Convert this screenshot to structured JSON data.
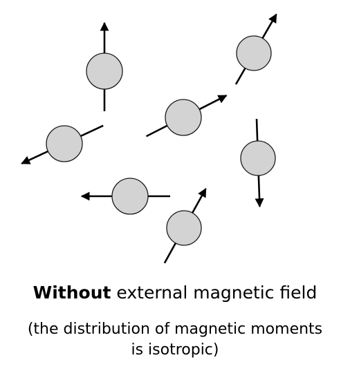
{
  "caption": {
    "title_bold": "Without",
    "title_rest": " external magnetic field",
    "subtitle_line1": "(the distribution of magnetic moments",
    "subtitle_line2": "is isotropic)"
  },
  "colors": {
    "particle_fill": "#d3d3d3",
    "particle_stroke": "#1a1a1a",
    "arrow": "#000000"
  },
  "particles": [
    {
      "name": "particle-1",
      "direction": "up"
    },
    {
      "name": "particle-2",
      "direction": "up-right"
    },
    {
      "name": "particle-3",
      "direction": "up-right"
    },
    {
      "name": "particle-4",
      "direction": "down-left"
    },
    {
      "name": "particle-5",
      "direction": "down"
    },
    {
      "name": "particle-6",
      "direction": "left"
    },
    {
      "name": "particle-7",
      "direction": "up-right"
    }
  ]
}
